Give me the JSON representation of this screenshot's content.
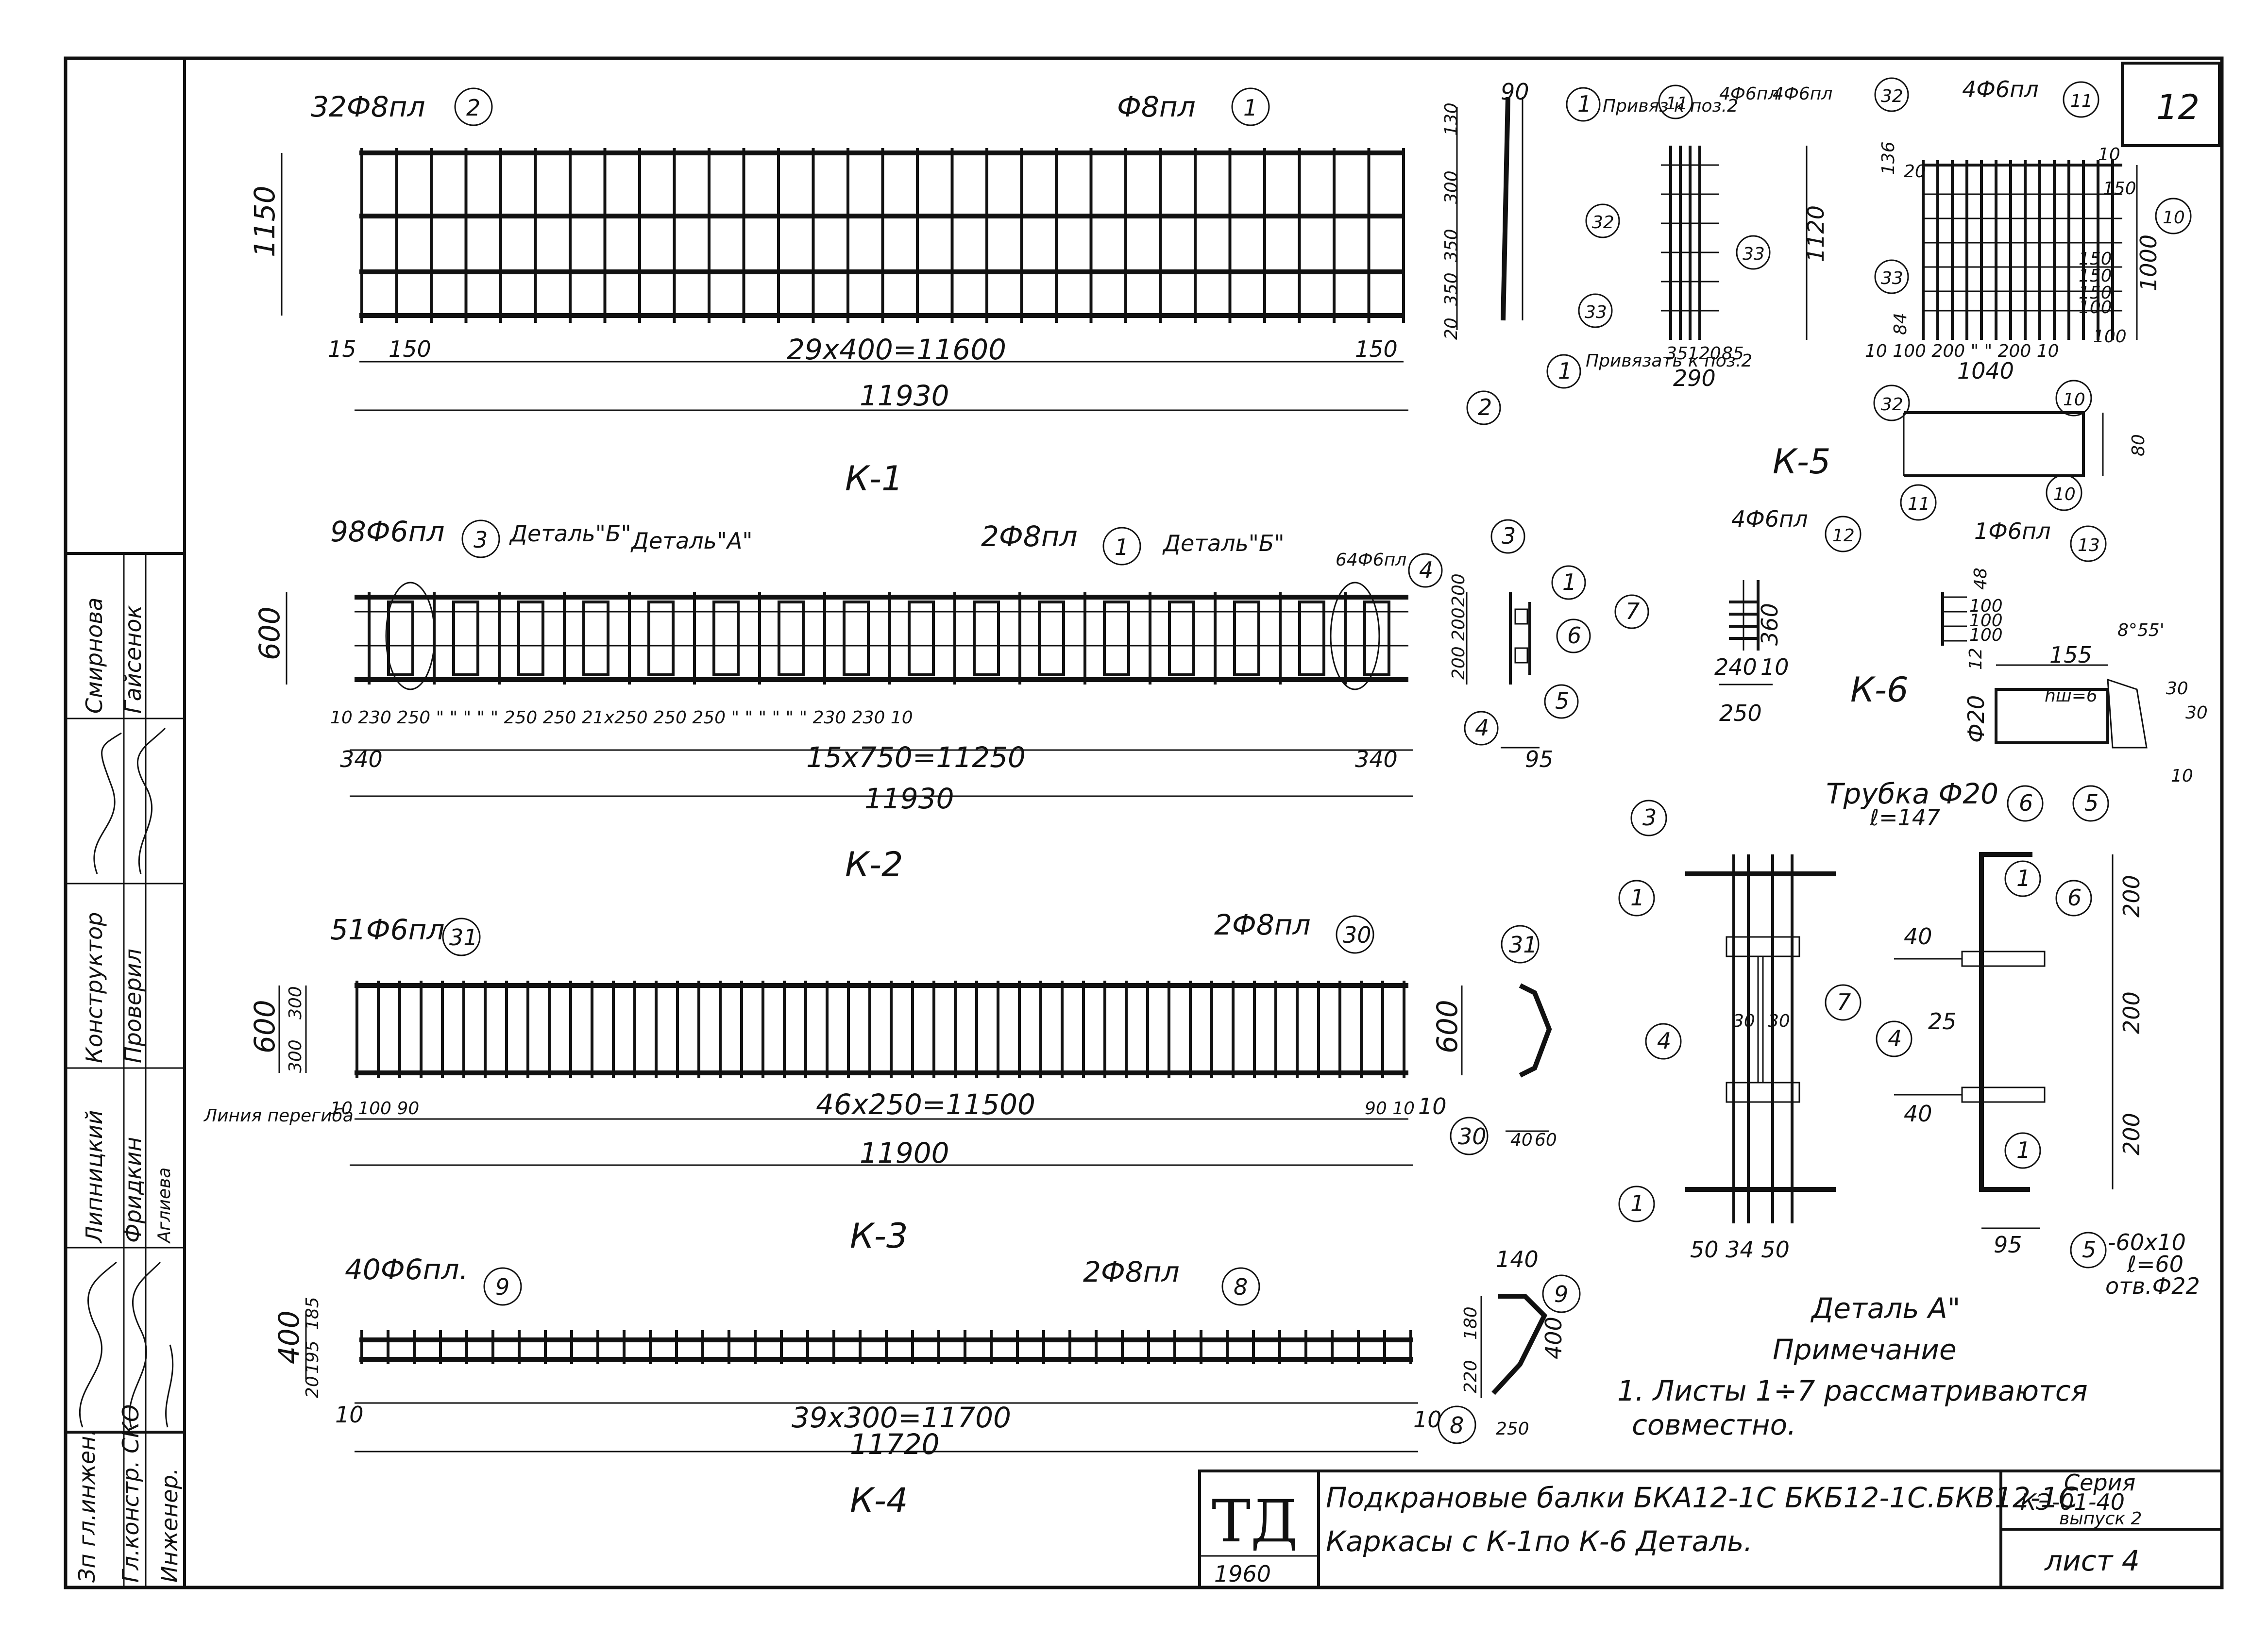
{
  "sheet": {
    "sheet_number": "12",
    "series_label": "Серия",
    "series_code": "КЭ-01-40",
    "issue": "выпуск 2",
    "list_label": "лист 4",
    "td_mark": "ТД",
    "year": "1960",
    "title_line1": "Подкрановые балки БКА12-1С БКБ12-1С.БКВ12-1С",
    "title_line2": "Каркасы с К-1по К-6 Деталь."
  },
  "stamp": {
    "roles": [
      "Зп гл.инжен.",
      "Гл.констр. СКО",
      "Инженер."
    ],
    "signature_cols": [
      {
        "role": "Липницкий",
        "name": "Фридкин",
        "extra": "Аглиева"
      },
      {
        "role": "Конструктор",
        "name": "Проверил",
        "extra": ""
      },
      {
        "role": "Смирнова",
        "name": "Гайсенок",
        "extra": ""
      }
    ]
  },
  "k1": {
    "caption": "К-1",
    "bar_top_left": "32Ф8пл",
    "mark_2": "2",
    "bar_top_right": "Ф8пл",
    "mark_1": "1",
    "height": "1150",
    "dim_15": "15",
    "dim_150_left": "150",
    "dim_span": "29х400=11600",
    "dim_150_right": "150",
    "dim_overall": "11930",
    "section": {
      "d90": "90",
      "d130": "130",
      "d300": "300",
      "d350a": "350",
      "d350b": "350",
      "d20": "20",
      "note_top": "Привяз к поз.2",
      "note_bottom": "Привязать к поз.2",
      "mark_1a": "1",
      "mark_1b": "1",
      "mark_2": "2"
    }
  },
  "k2": {
    "caption": "К-2",
    "bar_left": "98Ф6пл",
    "mark_3": "3",
    "detail_b_left": "Деталь\"Б\"",
    "detail_a": "Деталь\"А\"",
    "bar_mid": "2Ф8пл",
    "mark_1": "1",
    "detail_b_right": "Деталь\"Б\"",
    "bar_right": "64Ф6пл",
    "mark_4": "4",
    "height": "600",
    "dims_row": "10 230 250 \" \" \" \" \" 250 250 21х250 250 250 \" \" \" \" \" \" 230 230 10",
    "dim_340_left": "340",
    "dim_span": "15х750=11250",
    "dim_340_right": "340",
    "dim_overall": "11930",
    "section": {
      "d200a": "200",
      "d200b": "200",
      "d200c": "200",
      "d95": "95",
      "marks": [
        "3",
        "1",
        "7",
        "6",
        "5",
        "4"
      ]
    }
  },
  "k3": {
    "caption": "К-3",
    "bar_left": "51Ф6пл",
    "mark_31": "31",
    "bar_right": "2Ф8пл",
    "mark_30": "30",
    "height": "600",
    "d300a": "300",
    "d300b": "300",
    "dims_left": "10 100 90",
    "dim_span": "46х250=11500",
    "dims_right": "90 10",
    "dim_10": "10",
    "dim_overall": "11900",
    "bend_line": "Линия перегиба",
    "section": {
      "d600": "600",
      "d40": "40",
      "d60": "60",
      "mark_31": "31",
      "mark_30": "30"
    }
  },
  "k4": {
    "caption": "К-4",
    "bar_left": "40Ф6пл.",
    "mark_9": "9",
    "bar_right": "2Ф8пл",
    "mark_8": "8",
    "height": "400",
    "d185": "185",
    "d195": "195",
    "d20": "20",
    "dim_10_left": "10",
    "dim_span": "39х300=11700",
    "dim_10_right": "10",
    "dim_overall": "11720",
    "section": {
      "d140": "140",
      "d180": "180",
      "d220": "220",
      "d400": "400",
      "d250": "250",
      "mark_9": "9",
      "mark_8": "8"
    }
  },
  "k5": {
    "caption": "К-5",
    "front": {
      "bar_top": "4Ф6пл",
      "bar_top2": "4Ф6пл",
      "mark_11": "11",
      "mark_32": "32",
      "mark_33a": "33",
      "mark_33b": "33",
      "height": "1120",
      "d35": "35",
      "d120": "120",
      "d85": "85",
      "d290": "290"
    },
    "side": {
      "bar_top": "4Ф6пл",
      "mark_11": "11",
      "mark_10": "10",
      "mark_33": "33",
      "d136": "136",
      "d20": "20",
      "d10": "10",
      "d150": "150",
      "dims_col": [
        "150",
        "150",
        "150",
        "100"
      ],
      "d1000": "1000",
      "d84": "84",
      "bottom_dims": "10 100 200 \" \" 200 10",
      "d1040": "1040",
      "d100": "100"
    },
    "plan": {
      "mark_32": "32",
      "mark_10a": "10",
      "mark_10b": "10",
      "mark_11": "11",
      "d80": "80"
    }
  },
  "k6": {
    "caption": "К-6",
    "left": {
      "bar": "4Ф6пл",
      "mark_12": "12",
      "d360": "360",
      "d240": "240",
      "d10": "10",
      "d250": "250"
    },
    "right": {
      "bar": "1Ф6пл",
      "mark_13": "13",
      "dims": [
        "48",
        "100",
        "100",
        "100",
        "12"
      ]
    }
  },
  "detail_b": {
    "d155": "155",
    "angle": "8°55'",
    "weld": "hш=6",
    "d30a": "30",
    "d30b": "30",
    "d10": "10",
    "dia20": "Ф20",
    "tube": "Трубка Ф20",
    "tube_len": "ℓ=147",
    "mark_6": "6",
    "mark_5": "5"
  },
  "detail_a": {
    "caption": "Деталь А\"",
    "front_marks": [
      "3",
      "1",
      "4",
      "1"
    ],
    "front_dims": "50 34 50",
    "d30a": "30",
    "d30b": "30",
    "mark_7": "7",
    "side_marks": [
      "1",
      "6",
      "4",
      "1",
      "5"
    ],
    "d40a": "40",
    "d25": "25",
    "d40b": "40",
    "d200a": "200",
    "d200b": "200",
    "d200c": "200",
    "d95": "95",
    "plate": "-60х10",
    "plate_len": "ℓ=60",
    "hole": "отв.Ф22"
  },
  "note": {
    "heading": "Примечание",
    "text1": "1. Листы 1÷7 рассматриваются",
    "text2": "совместно."
  }
}
